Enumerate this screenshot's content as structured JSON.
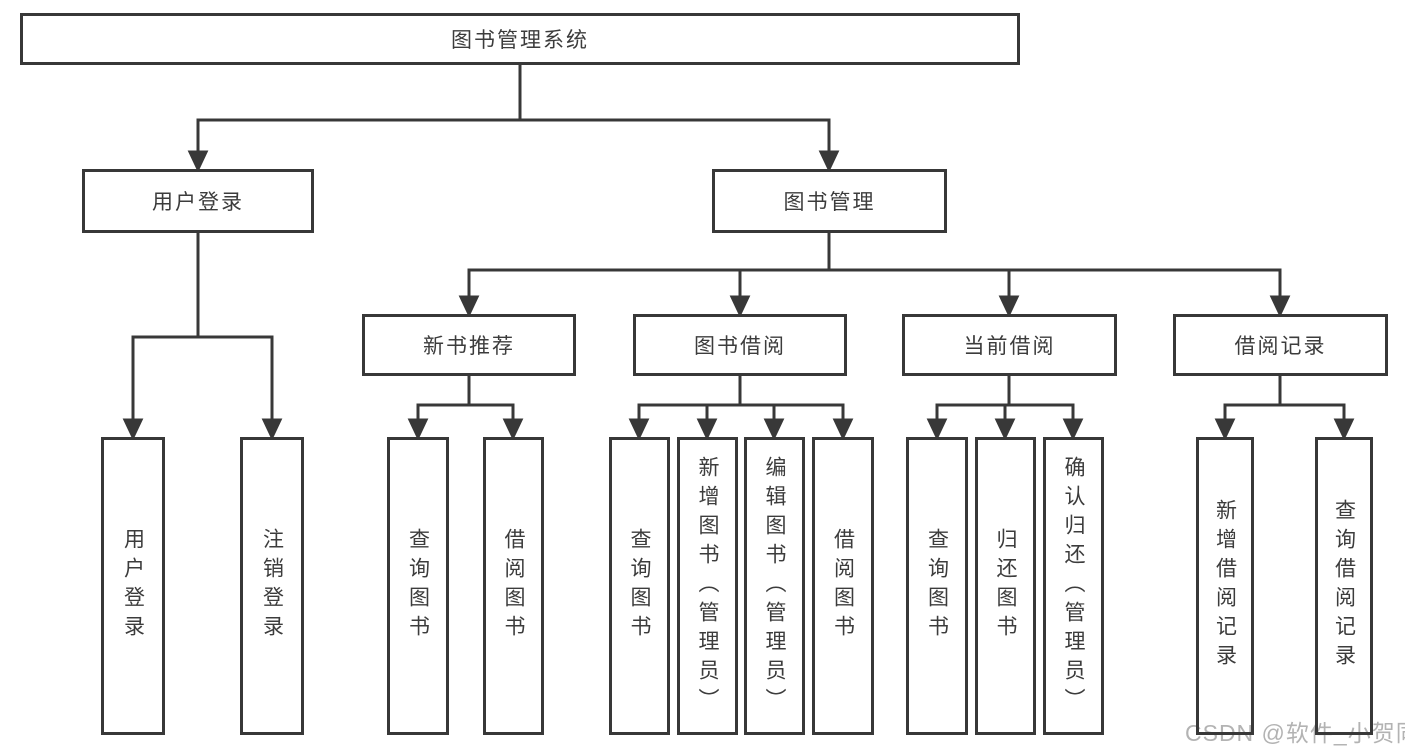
{
  "diagram": {
    "type": "hierarchy-tree",
    "root": {
      "label": "图书管理系统"
    },
    "level2": [
      {
        "label": "用户登录",
        "parent": "图书管理系统"
      },
      {
        "label": "图书管理",
        "parent": "图书管理系统"
      }
    ],
    "level3": [
      {
        "label": "新书推荐",
        "parent": "图书管理"
      },
      {
        "label": "图书借阅",
        "parent": "图书管理"
      },
      {
        "label": "当前借阅",
        "parent": "图书管理"
      },
      {
        "label": "借阅记录",
        "parent": "图书管理"
      }
    ],
    "leaves": [
      {
        "label": "用户登录",
        "parent": "用户登录"
      },
      {
        "label": "注销登录",
        "parent": "用户登录"
      },
      {
        "label": "查询图书",
        "parent": "新书推荐"
      },
      {
        "label": "借阅图书",
        "parent": "新书推荐"
      },
      {
        "label": "查询图书",
        "parent": "图书借阅"
      },
      {
        "label": "新增图书（管理员）",
        "parent": "图书借阅"
      },
      {
        "label": "编辑图书（管理员）",
        "parent": "图书借阅"
      },
      {
        "label": "借阅图书",
        "parent": "图书借阅"
      },
      {
        "label": "查询图书",
        "parent": "当前借阅"
      },
      {
        "label": "归还图书",
        "parent": "当前借阅"
      },
      {
        "label": "确认归还（管理员）",
        "parent": "当前借阅"
      },
      {
        "label": "新增借阅记录",
        "parent": "借阅记录"
      },
      {
        "label": "查询借阅记录",
        "parent": "借阅记录"
      }
    ]
  },
  "watermark": {
    "text": "CSDN @软件_小贺同学"
  },
  "colors": {
    "line": "#383838",
    "text": "#3c3c3c",
    "background": "#ffffff",
    "watermark": "#b3b3b3"
  }
}
